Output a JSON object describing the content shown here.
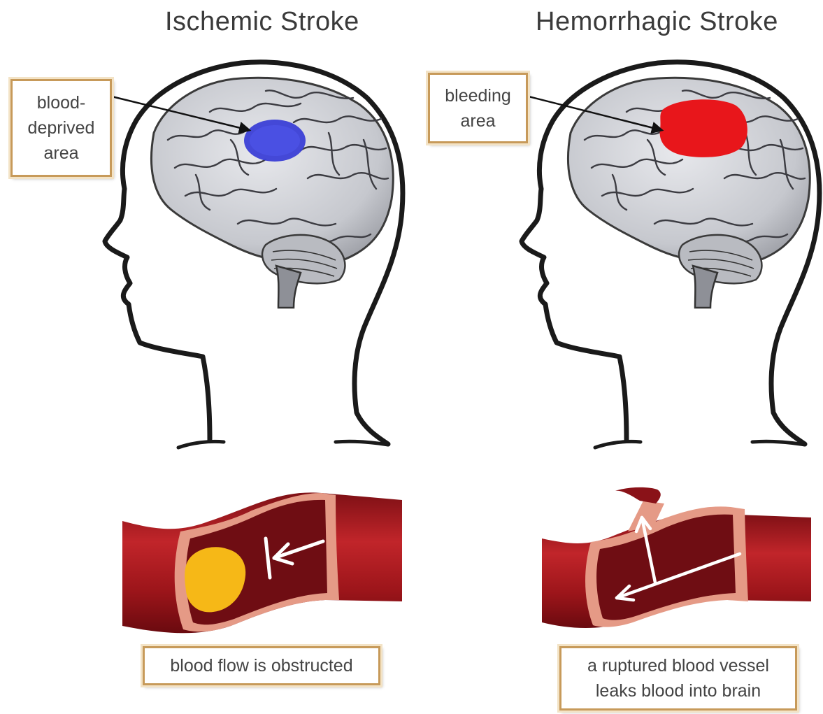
{
  "panels": {
    "ischemic": {
      "title": "Ischemic Stroke",
      "brain_label": [
        "blood-",
        "deprived",
        "area"
      ],
      "vessel_caption": "blood flow is obstructed",
      "spot_color": "#3b3fd6"
    },
    "hemorrhagic": {
      "title": "Hemorrhagic Stroke",
      "brain_label": [
        "bleeding",
        "area"
      ],
      "vessel_caption": [
        "a ruptured blood vessel",
        "leaks blood into brain"
      ],
      "spot_color": "#e8161b"
    }
  },
  "colors": {
    "vessel": "#a2171c",
    "vessel_inner": "#6f0d13",
    "vessel_wall": "#e59a86",
    "clot": "#f6b817",
    "label_border": "#c79a5a"
  }
}
